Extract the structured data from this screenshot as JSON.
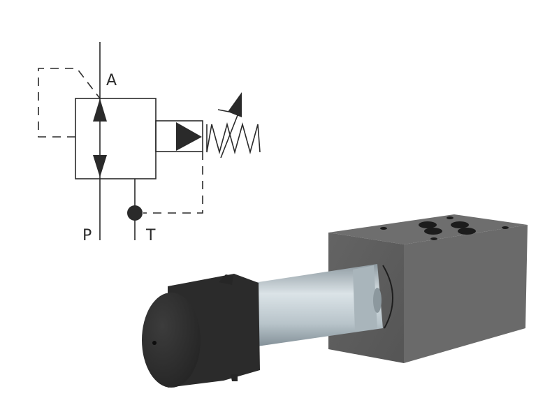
{
  "symbol": {
    "type": "pressure-reducing-valve-hydraulic-symbol",
    "ports": {
      "a": "A",
      "p": "P",
      "t": "T"
    },
    "line_color": "#2a2a2a",
    "dash_pattern": "12 9"
  },
  "product": {
    "type": "modular-subplate-pressure-valve-3d-render",
    "colors": {
      "block_top": "#6e6e6e",
      "block_front": "#5c5c5c",
      "block_side": "#777777",
      "cartridge_light": "#c9d4da",
      "cartridge_dark": "#7d8a92",
      "cap": "#2b2b2b",
      "cap_highlight": "#3c3c3c",
      "holes": "#1a1a1a"
    }
  }
}
